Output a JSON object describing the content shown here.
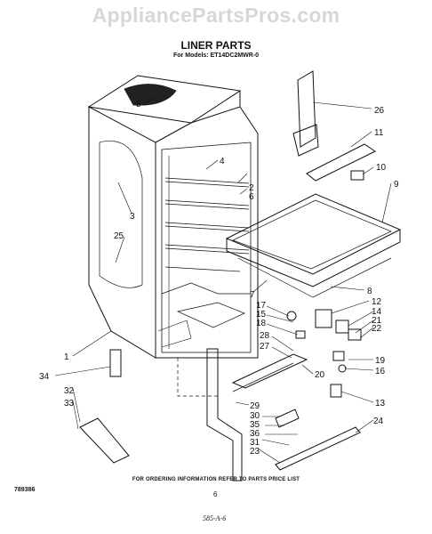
{
  "header": {
    "site": "AppliancePartsPros.com",
    "title": "LINER PARTS",
    "models": "For Models: ET14DC2MWR-0"
  },
  "labels": [
    "26",
    "11",
    "10",
    "9",
    "8",
    "12",
    "14",
    "21",
    "22",
    "19",
    "16",
    "13",
    "24",
    "17",
    "15",
    "18",
    "28",
    "27",
    "20",
    "29",
    "30",
    "35",
    "36",
    "31",
    "23",
    "7",
    "5",
    "4",
    "2",
    "6",
    "3",
    "25",
    "1",
    "34",
    "32",
    "33"
  ],
  "footer": {
    "order_note": "FOR ORDERING INFORMATION REFER TO PARTS PRICE LIST",
    "doc_number": "789386",
    "page_number": "6",
    "code": "585-A-6"
  }
}
